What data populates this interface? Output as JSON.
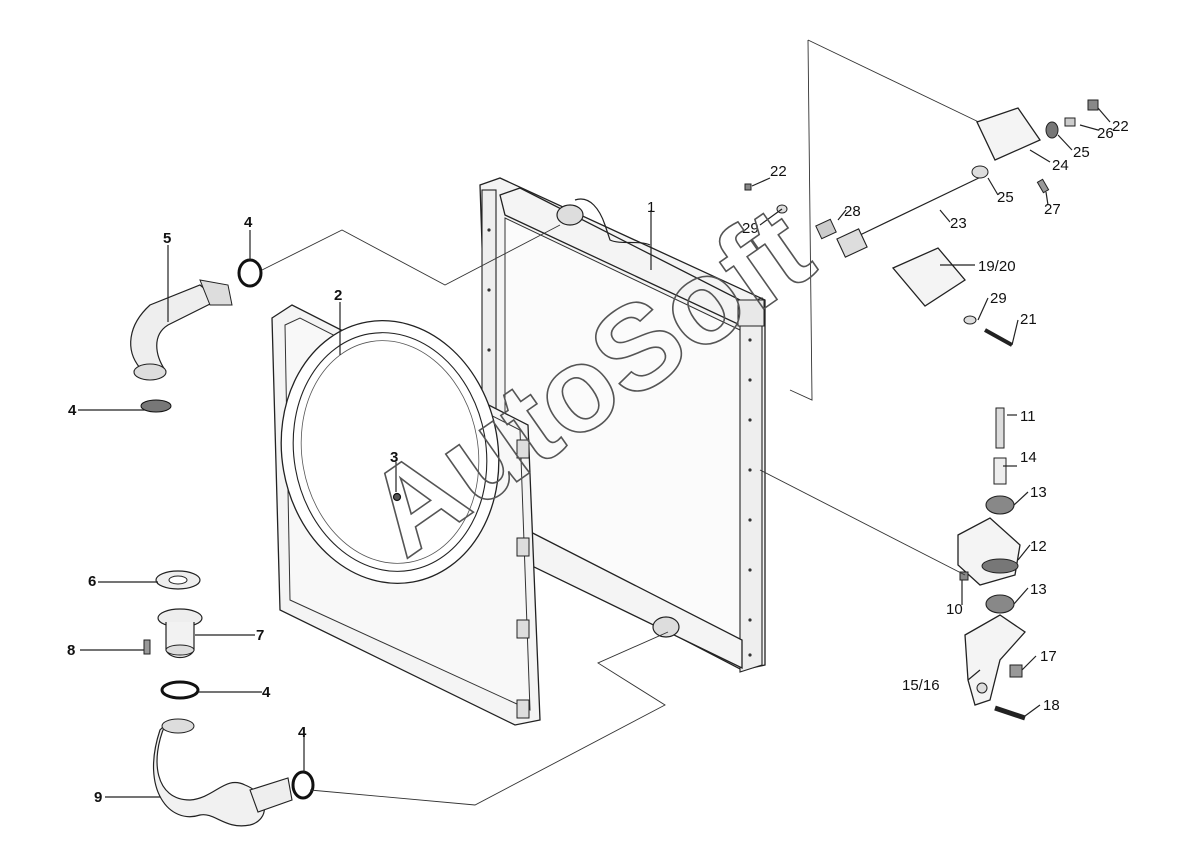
{
  "watermark": "AutoSoft",
  "callouts": {
    "c1": "1",
    "c2": "2",
    "c3": "3",
    "c4a": "4",
    "c4b": "4",
    "c4c": "4",
    "c4d": "4",
    "c5": "5",
    "c6": "6",
    "c7": "7",
    "c8": "8",
    "c9": "9",
    "c10": "10",
    "c11": "11",
    "c12": "12",
    "c13a": "13",
    "c13b": "13",
    "c14": "14",
    "c15": "15/16",
    "c17": "17",
    "c18": "18",
    "c19": "19/20",
    "c21": "21",
    "c22a": "22",
    "c22b": "22",
    "c23": "23",
    "c24": "24",
    "c25a": "25",
    "c25b": "25",
    "c26": "26",
    "c27": "27",
    "c28": "28",
    "c29a": "29",
    "c29b": "29"
  }
}
